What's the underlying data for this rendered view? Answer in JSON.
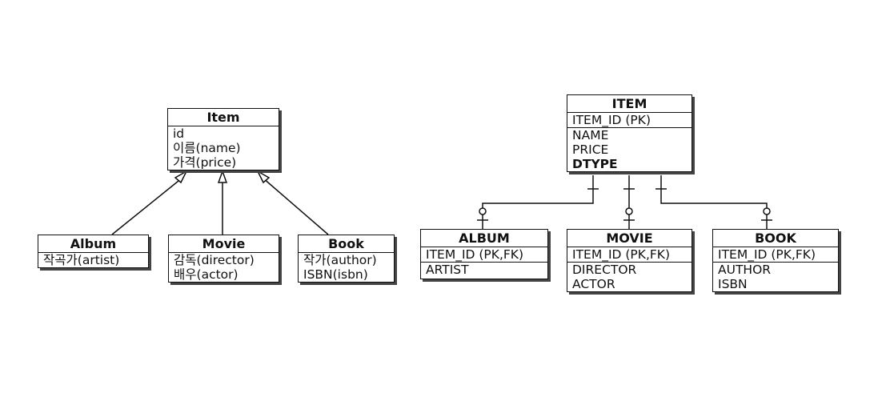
{
  "class_diagram": {
    "parent": {
      "name": "Item",
      "attributes": [
        "id",
        "이름(name)",
        "가격(price)"
      ]
    },
    "children": [
      {
        "name": "Album",
        "attributes": [
          "작곡가(artist)"
        ]
      },
      {
        "name": "Movie",
        "attributes": [
          "감독(director)",
          "배우(actor)"
        ]
      },
      {
        "name": "Book",
        "attributes": [
          "작가(author)",
          "ISBN(isbn)"
        ]
      }
    ]
  },
  "erd": {
    "parent": {
      "name": "ITEM",
      "key": "ITEM_ID (PK)",
      "columns": [
        "NAME",
        "PRICE",
        "DTYPE"
      ]
    },
    "children": [
      {
        "name": "ALBUM",
        "key": "ITEM_ID (PK,FK)",
        "columns": [
          "ARTIST"
        ]
      },
      {
        "name": "MOVIE",
        "key": "ITEM_ID (PK,FK)",
        "columns": [
          "DIRECTOR",
          "ACTOR"
        ]
      },
      {
        "name": "BOOK",
        "key": "ITEM_ID (PK,FK)",
        "columns": [
          "AUTHOR",
          "ISBN"
        ]
      }
    ]
  }
}
